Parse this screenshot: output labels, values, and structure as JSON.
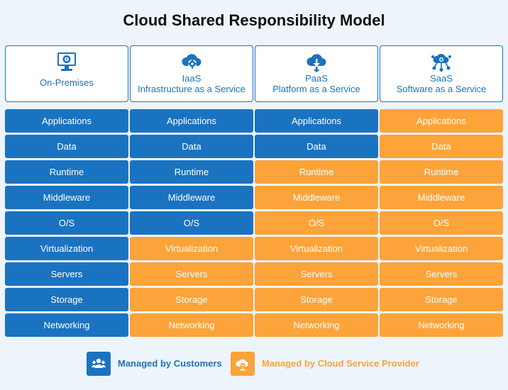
{
  "title": "Cloud Shared Responsibility Model",
  "colors": {
    "customer": "#1a73c1",
    "provider": "#fca33a",
    "header_text": "#1a73c1",
    "background": "#eef4fb"
  },
  "models": [
    {
      "label1": "On-Premises",
      "label2": "",
      "icon": "server-monitor-icon"
    },
    {
      "label1": "IaaS",
      "label2": "Infrastructure as a Service",
      "icon": "cloud-gear-icon"
    },
    {
      "label1": "PaaS",
      "label2": "Platform as a Service",
      "icon": "cloud-download-icon"
    },
    {
      "label1": "SaaS",
      "label2": "Software as a Service",
      "icon": "cloud-network-icon"
    }
  ],
  "layers": [
    "Applications",
    "Data",
    "Runtime",
    "Middleware",
    "O/S",
    "Virtualization",
    "Servers",
    "Storage",
    "Networking"
  ],
  "responsibility": [
    [
      "customer",
      "customer",
      "customer",
      "provider"
    ],
    [
      "customer",
      "customer",
      "customer",
      "provider"
    ],
    [
      "customer",
      "customer",
      "provider",
      "provider"
    ],
    [
      "customer",
      "customer",
      "provider",
      "provider"
    ],
    [
      "customer",
      "customer",
      "provider",
      "provider"
    ],
    [
      "customer",
      "provider",
      "provider",
      "provider"
    ],
    [
      "customer",
      "provider",
      "provider",
      "provider"
    ],
    [
      "customer",
      "provider",
      "provider",
      "provider"
    ],
    [
      "customer",
      "provider",
      "provider",
      "provider"
    ]
  ],
  "legend": {
    "customer": {
      "label": "Managed by Customers",
      "icon": "users-icon"
    },
    "provider": {
      "label": "Managed by Cloud Service Provider",
      "icon": "cloud-gear-icon"
    }
  }
}
